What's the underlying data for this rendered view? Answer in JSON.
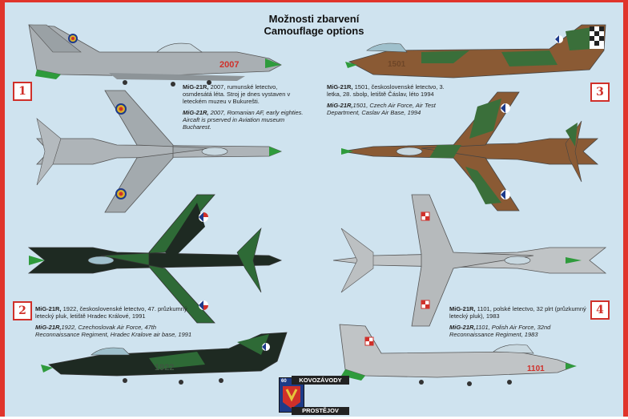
{
  "title": {
    "line1": "Možnosti zbarvení",
    "line2": "Camouflage options"
  },
  "options": [
    {
      "number": "1",
      "model": "MiG-21R,",
      "cz": " 2007, rumunské letectvo, osmdesátá léta. Stroj je dnes vystaven v leteckém muzeu v Bukurešti.",
      "en": " 2007, Romanian AF, early eighties. Aircaft is prserved in Aviation museum Bucharest.",
      "serial": "2007",
      "colors": {
        "base": "#a9afb3",
        "accent": "#2f9b3c",
        "roundel": "#d8b02a"
      }
    },
    {
      "number": "2",
      "model": "MiG-21R,",
      "cz": " 1922, československé letectvo, 47. průzkumný letecký pluk, letiště Hradec Králové, 1991",
      "en_model": "MiG-21R,",
      "en": "1922, Czechoslovak Air Force, 47th Reconnaissance Regiment, Hradec Kralove air base, 1991",
      "serial": "1922",
      "colors": {
        "base": "#1e2a22",
        "accent": "#2e6a36"
      }
    },
    {
      "number": "3",
      "model": "MiG-21R,",
      "cz": " 1501, československé letectvo, 3. letka, 28. sbolp, letiště Čáslav, léto 1994",
      "en": "1501, Czech Air Force, Air Test Department, Caslav Air Base, 1994",
      "serial": "1501",
      "colors": {
        "base": "#8a5a34",
        "accent": "#3a6f3a"
      }
    },
    {
      "number": "4",
      "model": "MiG-21R,",
      "cz": " 1101, polské letectvo, 32 plrt (průzkumný letecký pluk), 1983",
      "en": "1101, Polish Air Force, 32nd Reconnaissance Regiment, 1983",
      "serial": "1101",
      "colors": {
        "base": "#c0c4c6",
        "accent": "#2f9b3c",
        "marking": "#d0302a"
      }
    }
  ],
  "publisher": {
    "line1": "KOVOZÁVODY",
    "line2": "PROSTĚJOV",
    "badge_number": "60"
  },
  "colors": {
    "background": "#cfe3ef",
    "frame": "#e0342b"
  }
}
